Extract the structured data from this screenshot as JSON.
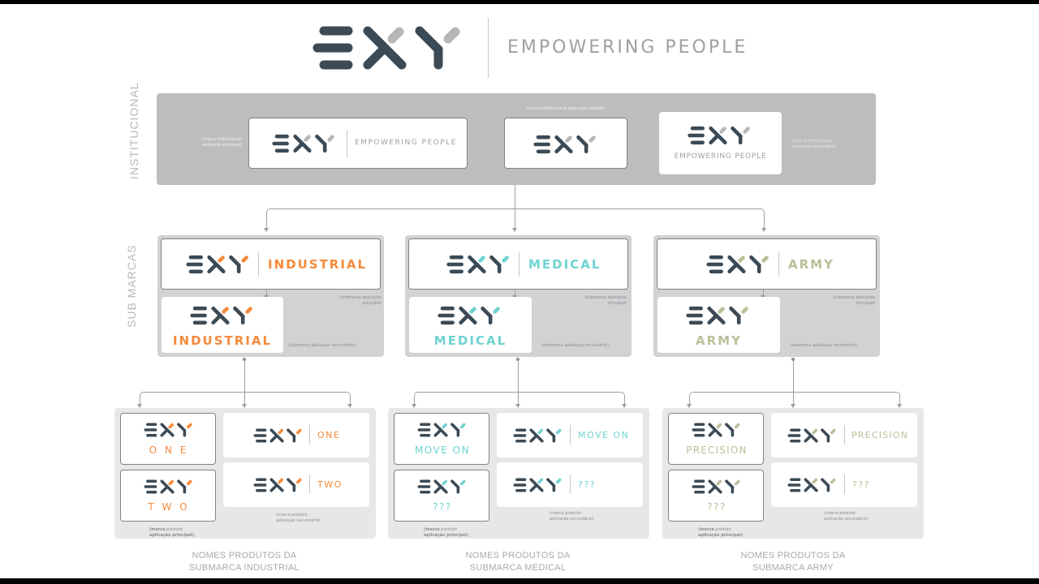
{
  "colors": {
    "logo_dark": "#3b4a55",
    "logo_accent_institutional": "#b5b6b8",
    "industrial": "#f58a3c",
    "medical": "#6fd3d1",
    "army": "#b9bf98",
    "tagline": "#9da0a4",
    "panel_institutional": "#bcbdbf",
    "panel_submarca": "#d1d2d4",
    "panel_product": "#e6e7e8"
  },
  "header": {
    "brand": "EXY",
    "tagline": "EMPOWERING PEOPLE"
  },
  "sections": {
    "institucional": "INSTITUCIONAL",
    "sub_marcas": "SUB MARCAS"
  },
  "institutional": {
    "primary": {
      "tagline": "EMPOWERING PEOPLE",
      "note": "(marca institucional aplicação principal)"
    },
    "isolated": {
      "note": "(marca institucional aplicação isolado)"
    },
    "secondary": {
      "tagline": "EMPOWERING PEOPLE",
      "note": "(marca institucional aplicação secundário)"
    }
  },
  "submarcas": [
    {
      "name": "INDUSTRIAL",
      "color": "#f58a3c",
      "note_primary": "(submarca aplicação principal)",
      "note_secondary": "(submarca aplicação secundário)"
    },
    {
      "name": "MEDICAL",
      "color": "#6fd3d1",
      "note_primary": "(submarca aplicação principal)",
      "note_secondary": "(submarca aplicação secundário)"
    },
    {
      "name": "ARMY",
      "color": "#b9bf98",
      "note_primary": "(submarca aplicação principal)",
      "note_secondary": "(submarca aplicação secundário)"
    }
  ],
  "products": [
    {
      "submarca": "INDUSTRIAL",
      "items": [
        {
          "stacked": "O N E",
          "inline": "ONE"
        },
        {
          "stacked": "T W O",
          "inline": "TWO"
        }
      ],
      "note_primary_bold": "(marca",
      "note_primary_rest": " produto",
      "note_primary_line2": "aplicação principal)",
      "note_secondary": "(marca produto aplicação secundário)",
      "caption_line1": "NOMES PRODUTOS DA",
      "caption_line2": "SUBMARCA INDUSTRIAL"
    },
    {
      "submarca": "MEDICAL",
      "items": [
        {
          "stacked": "MOVE ON",
          "inline": "MOVE ON"
        },
        {
          "stacked": "???",
          "inline": "???"
        }
      ],
      "note_primary_bold": "(marca",
      "note_primary_rest": " produto",
      "note_primary_line2": "aplicação principal)",
      "note_secondary": "(marca produto aplicação secundário)",
      "caption_line1": "NOMES PRODUTOS DA",
      "caption_line2": "SUBMARCA MEDICAL"
    },
    {
      "submarca": "ARMY",
      "items": [
        {
          "stacked": "PRECISION",
          "inline": "PRECISION"
        },
        {
          "stacked": "???",
          "inline": "???"
        }
      ],
      "note_primary_bold": "(marca",
      "note_primary_rest": " produto",
      "note_primary_line2": "aplicação principal)",
      "note_secondary": "(marca produto aplicação secundário)",
      "caption_line1": "NOMES PRODUTOS DA",
      "caption_line2": "SUBMARCA ARMY"
    }
  ]
}
